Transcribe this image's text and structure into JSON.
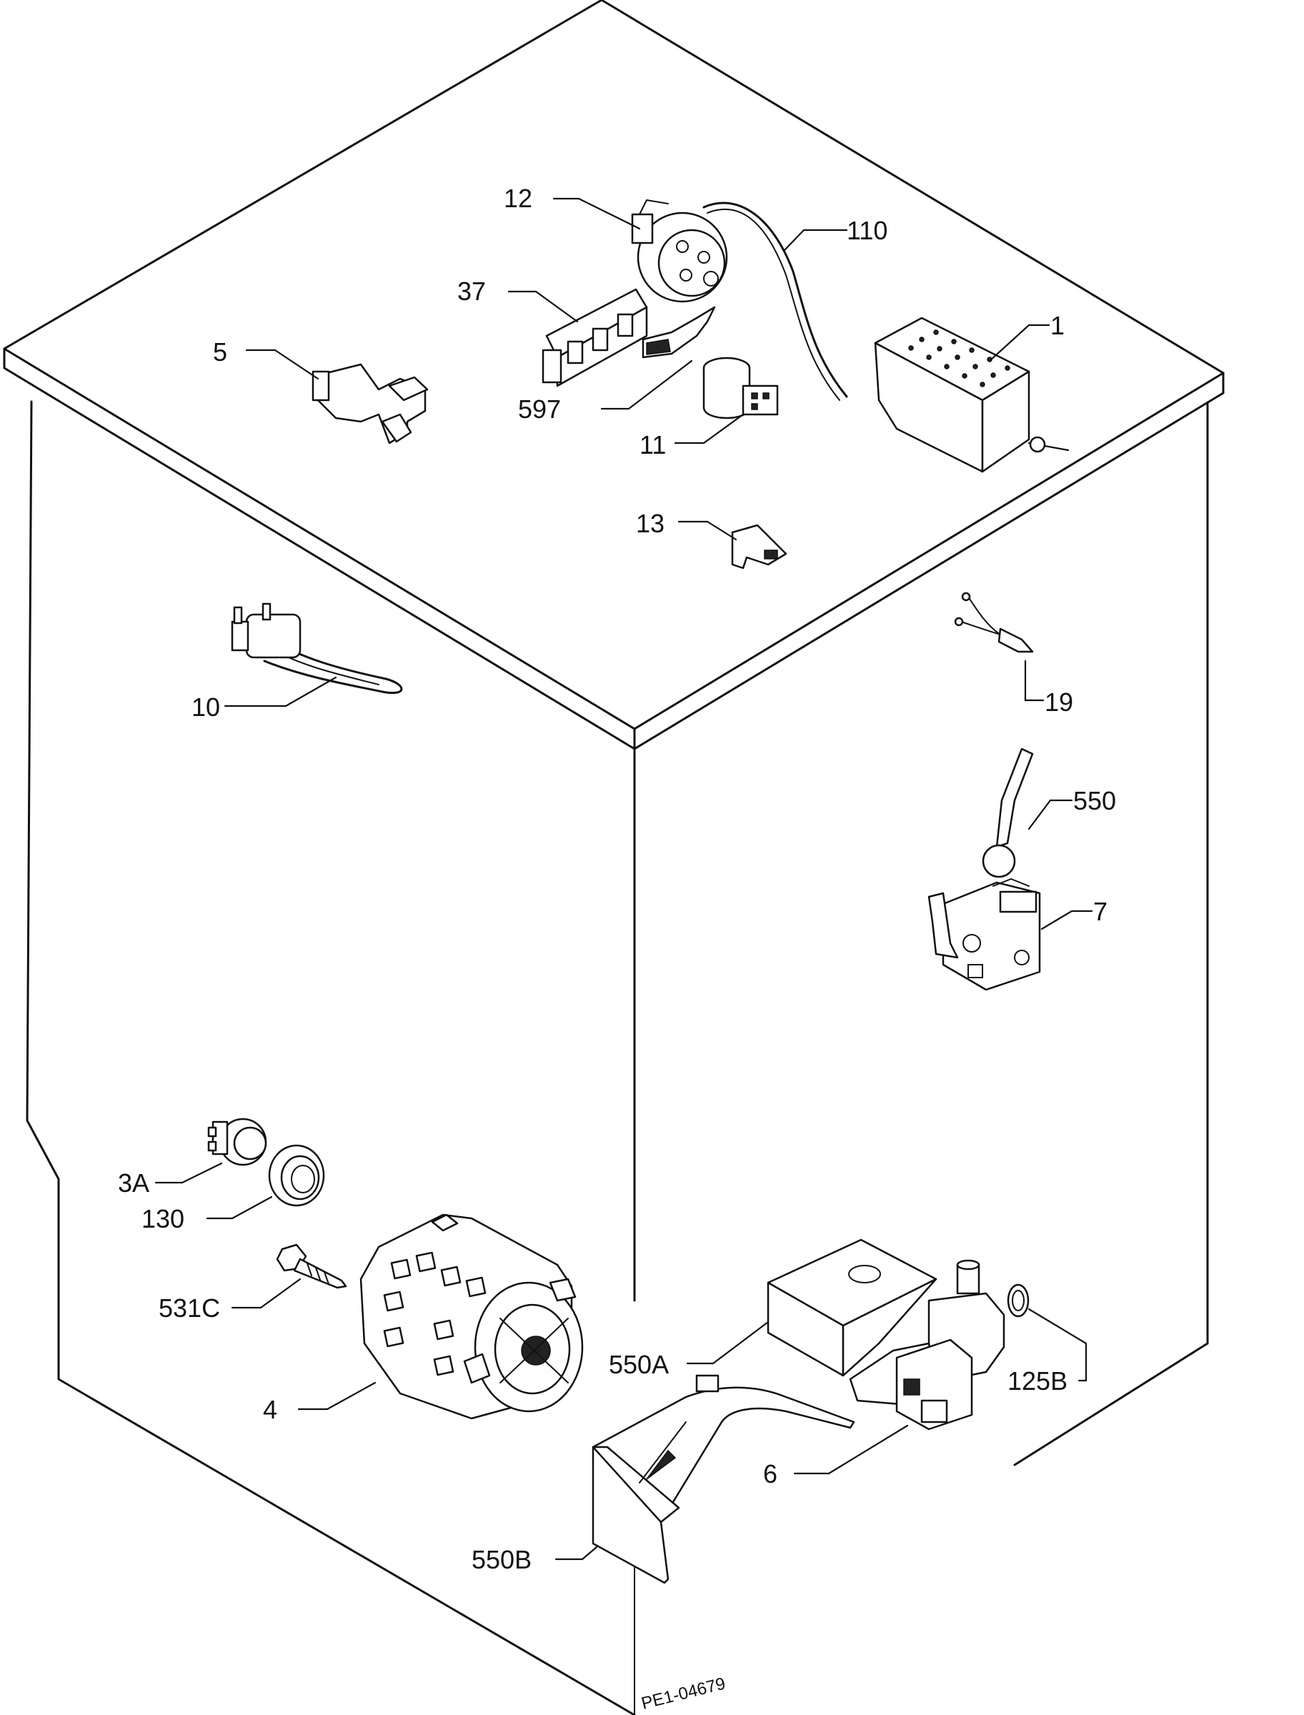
{
  "callouts": {
    "c12": "12",
    "c110": "110",
    "c37": "37",
    "c5": "5",
    "c1": "1",
    "c597": "597",
    "c11": "11",
    "c13": "13",
    "c10": "10",
    "c19": "19",
    "c550": "550",
    "c7": "7",
    "c3a": "3A",
    "c130": "130",
    "c531c": "531C",
    "c4": "4",
    "c550a": "550A",
    "c125b": "125B",
    "c6": "6",
    "c550b": "550B"
  },
  "reference_code": "PE1-04679"
}
